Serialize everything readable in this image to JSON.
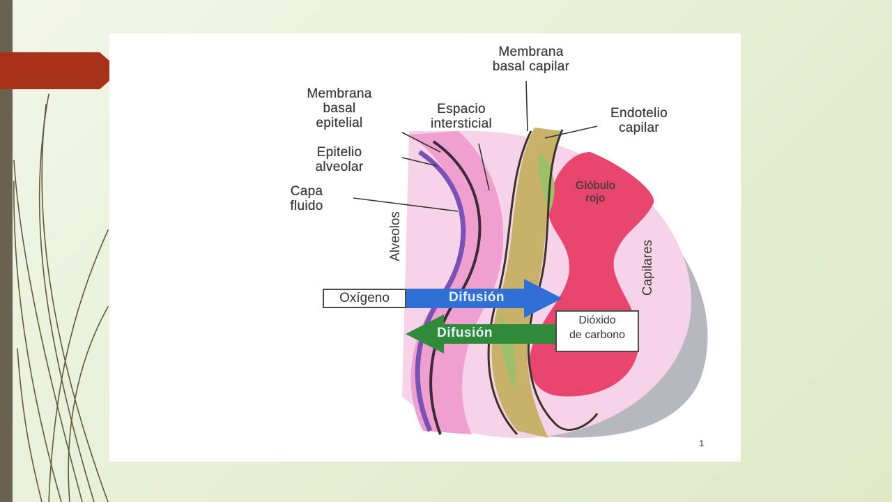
{
  "diagram": {
    "labels": {
      "membrana_basal_capilar": "Membrana\nbasal capilar",
      "membrana_basal_epitelial": "Membrana\nbasal\nepitelial",
      "espacio_intersticial": "Espacio\nintersticial",
      "endotelio_capilar": "Endotelio\ncapilar",
      "epitelio_alveolar": "Epitelio\nalveolar",
      "capa_fluido": "Capa\nfluido",
      "globulo_rojo": "Glóbulo\nrojo",
      "alveolos": "Alveolos",
      "capilares": "Capilares",
      "oxigeno": "Oxígeno",
      "difusion_oxigeno": "Difusión",
      "difusion_co2": "Difusión",
      "dioxido_carbono": "Dióxido\nde carbono",
      "figure_number": "1"
    },
    "colors": {
      "accent_tab": "#a8311a",
      "left_bar": "#6b6150",
      "oxygen_arrow": "#2f6fd6",
      "co2_arrow": "#2f8a3a",
      "alveolar_pink": "#f0a0d0",
      "capillary_pink": "#f3c2e0",
      "red_cell": "#e8456f",
      "tan_layer": "#c8b26a",
      "purple_layer": "#7a52b5"
    }
  }
}
